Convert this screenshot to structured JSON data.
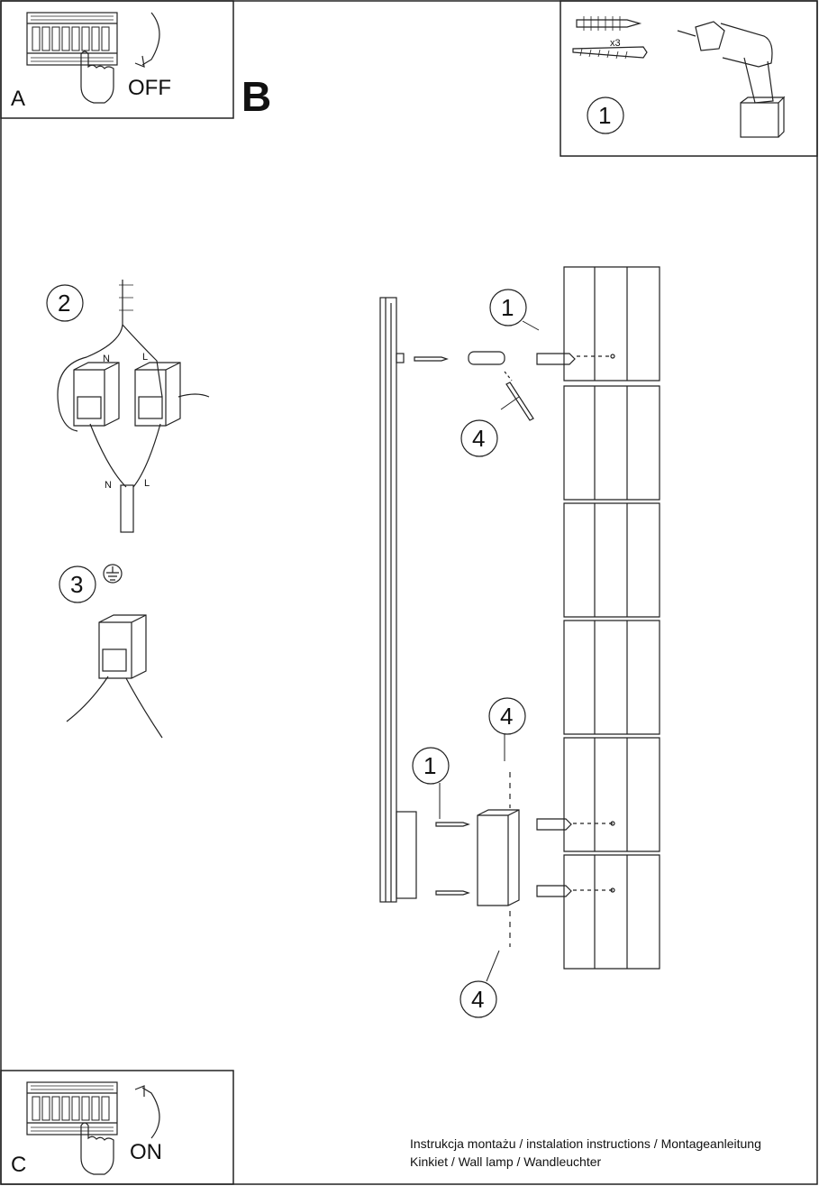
{
  "panel_a": {
    "letter": "A",
    "state": "OFF"
  },
  "panel_b": {
    "letter": "B"
  },
  "panel_c": {
    "letter": "C",
    "state": "ON"
  },
  "tools": {
    "step": "1",
    "anchor_count": "x3"
  },
  "wiring": {
    "step": "2",
    "top_n": "N",
    "top_l": "L",
    "bottom_n": "N",
    "bottom_l": "L"
  },
  "ground": {
    "step": "3"
  },
  "assembly": {
    "top_screw_step": "1",
    "top_key_step": "4",
    "bottom_key_top_step": "4",
    "bottom_screw_step": "1",
    "bottom_key_bottom_step": "4"
  },
  "footer": {
    "line1": "Instrukcja montażu / instalation instructions / Montageanleitung",
    "line2": "Kinkiet / Wall lamp / Wandleuchter"
  },
  "icons": [
    "breaker-panel-icon",
    "hand-icon",
    "curved-arrow-icon",
    "drill-icon",
    "wall-anchor-icon",
    "screw-icon",
    "allen-key-icon",
    "ground-symbol-icon",
    "terminal-block-icon",
    "wall-panel-icon"
  ]
}
